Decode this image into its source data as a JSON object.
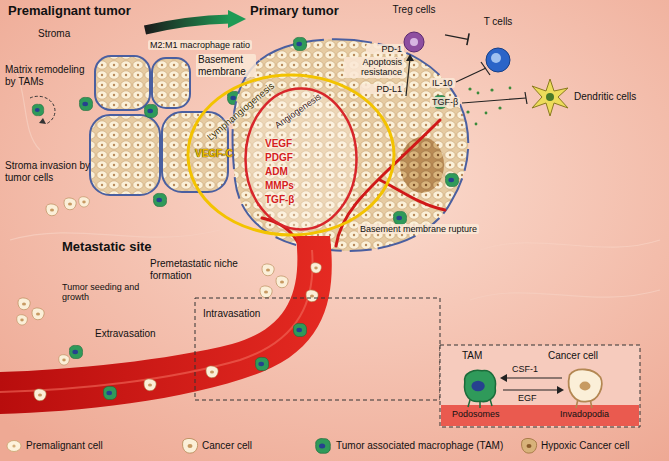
{
  "diagram": {
    "nodes": [
      {
        "text": [
          "Lymphangiogenesis",
          "VEGF-C"
        ]
      },
      {
        "text": [
          "Angiogenesis",
          "VEGF",
          "PDGF",
          "ADM",
          "MMPs",
          "TGF-β"
        ],
        "in": 0
      },
      {
        "text": [
          "Treg cells"
        ]
      },
      {
        "text": [
          "T cells"
        ]
      },
      {
        "text": [
          "Dendritic cells"
        ]
      }
    ],
    "edges": [
      {
        "from": 2,
        "to": 3,
        "arrow": "to"
      }
    ],
    "labels": [
      "Premalignant tumor",
      "Primary tumor",
      "Stroma",
      "M2:M1 macrophage ratio",
      "Basement membrane",
      "Matrix remodeling by TAMs",
      "Stroma invasion by tumor cells",
      "PD-1",
      "Apoptosis resistance",
      "PD-L1",
      "IL-10",
      "TGF-β",
      "Basement membrane rupture",
      "Metastatic site",
      "Premetastatic niche formation",
      "Tumor seeding and growth",
      "Extravasation",
      "Intravasation",
      "TAM",
      "Cancer cell",
      "CSF-1",
      "EGF",
      "Podosomes",
      "Invadopodia"
    ],
    "legend": [
      {
        "text": "Premalignant cell"
      },
      {
        "text": "Cancer cell"
      },
      {
        "text": "Tumor associated macrophage (TAM)"
      },
      {
        "text": "Hypoxic Cancer cell"
      }
    ]
  }
}
